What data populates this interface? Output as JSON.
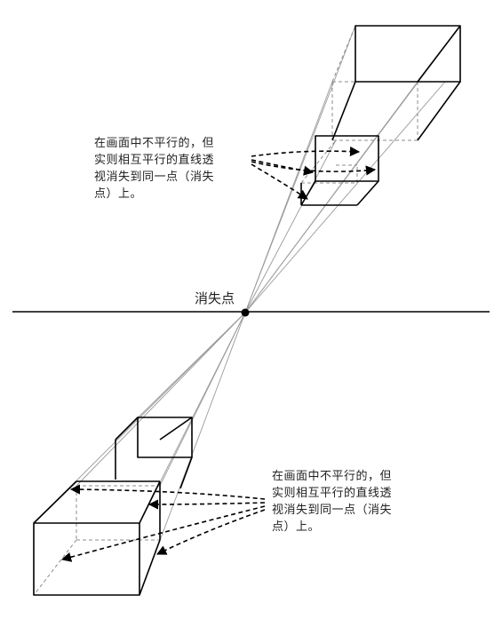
{
  "labels": {
    "vanishing_point": "消失点"
  },
  "notes": {
    "top": {
      "lines": [
        "在画面中不平行的，但",
        "实则相互平行的直线透",
        "视消失到同一点（消失",
        "点）上。"
      ]
    },
    "bottom": {
      "lines": [
        "在画面中不平行的，但",
        "实则相互平行的直线透",
        "视消失到同一点（消失",
        "点）上。"
      ]
    }
  },
  "colors": {
    "ink": "#000000",
    "guide": "#9a9a9a",
    "hidden": "#8c8c8c",
    "text": "#222222"
  }
}
